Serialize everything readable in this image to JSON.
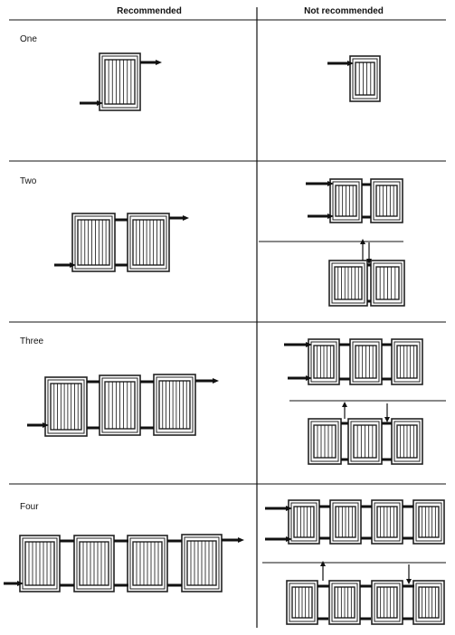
{
  "headers": {
    "recommended": "Recommended",
    "not_recommended": "Not recommended"
  },
  "rows": [
    {
      "label": "One",
      "panel_count": 1
    },
    {
      "label": "Two",
      "panel_count": 2
    },
    {
      "label": "Three",
      "panel_count": 3
    },
    {
      "label": "Four",
      "panel_count": 4
    }
  ],
  "colors": {
    "line": "#111111",
    "frame": "#222222",
    "background": "#ffffff"
  }
}
